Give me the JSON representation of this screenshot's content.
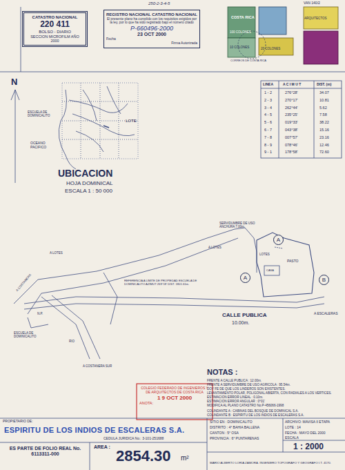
{
  "diagram": {
    "nodes": [
      {
        "text": [
          "CATASTRO NACIONAL",
          "220 411",
          "BOLSO - DIARIO",
          "SECCION MICROFILM AÑO 2000"
        ]
      },
      {
        "text": [
          "REGISTRO NACIONAL CATASTRO NACIONAL",
          "El presente plano ha cumplido con los requisitos exigidos por la ley, por lo que ha sido registrado bajo el número citado",
          "P-660496-2000",
          "23 OCT 2000",
          "Fecha",
          "Firma Autorizada"
        ]
      },
      {
        "text": [
          "COLEGIO FEDERADO DE INGENIEROS Y DE ARQUITECTOS DE COSTA RICA",
          "1 9 OCT 2000",
          "ANOTA:"
        ]
      },
      {
        "text": [
          "A"
        ]
      },
      {
        "text": [
          "A"
        ]
      },
      {
        "text": [
          "B"
        ]
      }
    ],
    "labels": [
      "250-2-3-4-5",
      "VAN 140/2",
      "COSTA RICA",
      "100 COLONES",
      "10 COLONES",
      "ARQUITECTOS",
      "20 COLONES",
      "CORREOS DE COSTA RICA",
      "N",
      "LOTE",
      "OCEANO PACIFICO",
      "ESCUELA DE DOMINICALITO",
      "UBICACION",
      "HOJA DOMINICAL",
      "ESCALA 1 : 50 000",
      "LINEA",
      "A C I M U T",
      "DIST. (m)",
      "1 - 2",
      "276°28'",
      "34.07",
      "2 - 3",
      "270°17'",
      "10.81",
      "3 - 4",
      "262°44'",
      "5.62",
      "4 - 5",
      "235°25'",
      "7.58",
      "5 - 6",
      "019°33'",
      "38.22",
      "6 - 7",
      "043°38'",
      "15.16",
      "7 - 8",
      "007°57'",
      "23.16",
      "8 - 9",
      "078°46'",
      "12.46",
      "9 - 1",
      "178°58'",
      "72.60",
      "SERVIDUMBRE DE USO ANCHURA 7.00m.",
      "A LOTES",
      "A LOTES",
      "LOTES",
      "PASTO",
      "CASA",
      "A ESCALERAS",
      "CALLE PUBLICA",
      "10.00m.",
      "REFERENCIA A LIMITE DE PROPIEDAD ESCUELA DE DOMINICALITO AZIMUT 269°18' DIST. 1801.61m.",
      "A COSTANERA",
      "ESCUELA DE DOMINICALITO",
      "A COSTANERA SUR",
      "RIO",
      "N.P.",
      "NOTAS :",
      "FRENTE A CALLE PUBLICA : 12.00m.",
      "FRENTE A SERVIDUMBRE DE USO AGRICOLA : 95.54m.",
      "DOY FE DE QUE LOS LINDEROS SON EXISTENTES.",
      "LEVANTAMIENTO POLAR, POLIGONAL ABIERTA, CON RADIALES A LOS VERTICES.",
      "ESTIMACION ERROR LINEAL : 0.10m.",
      "ESTIMACION ERROR ANGULAR : 0°01'",
      "MODIFICA AL PLANO CATASTRO No.P-456066-1998",
      "COLINDANTE A : CABINAS DEL BOSQUE DE DOMINICAL S.A.",
      "COLINDANTE B : ESPIRITU DE LOS INDIOS DE ESCALERAS S.A.",
      "PROPIETARIO DE:",
      "ESPIRITU DE LOS INDIOS DE ESCALERAS S.A.",
      "CEDULA JURIDICA No.: 3-101-251688",
      "ES PARTE DE FOLIO REAL No. 6113311-000",
      "AREA :",
      "2854.30",
      "m²",
      "SITIO EN : DOMINICALITO",
      "DISTRITO : 4° BAHIA BALLENA",
      "CANTON : 5° OSA",
      "PROVINCIA : 6° PUNTARENAS",
      "ARCHIVO: MAVISA II ETAPA",
      "LOTE : 14",
      "FECHA : MAYO DEL 2000",
      "ESCALA",
      "1 : 2000",
      "MARIO ALBERTO LORIA ZAMORA. INGENIERO TOPOGRAFO Y GEOGRAFO I.T. 4170."
    ]
  }
}
